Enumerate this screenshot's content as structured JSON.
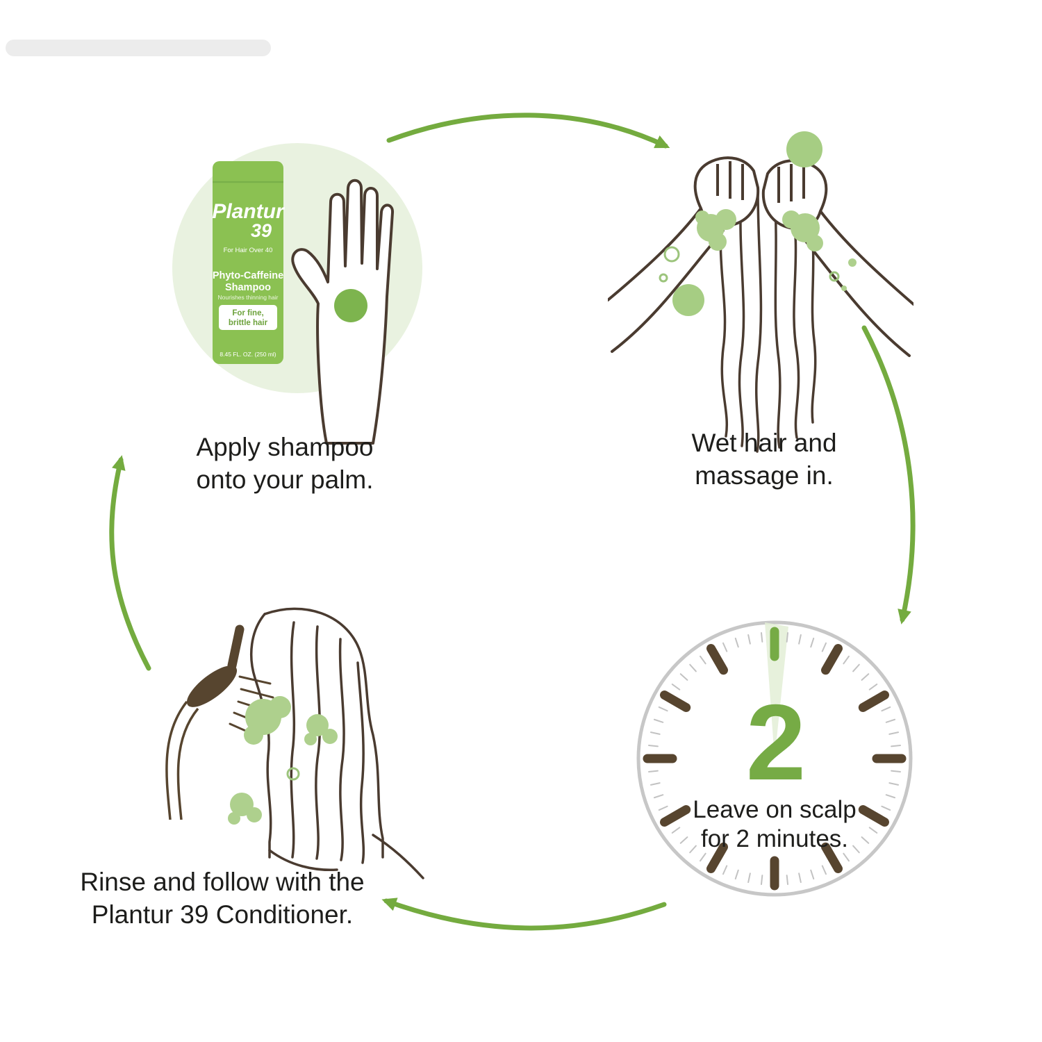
{
  "steps": {
    "step1": {
      "caption_line1": "Apply shampoo",
      "caption_line2": "onto your palm."
    },
    "step2": {
      "caption_line1": "Wet hair and",
      "caption_line2": "massage in."
    },
    "step3": {
      "number": "2",
      "caption_line1": "Leave on scalp",
      "caption_line2": "for 2 minutes."
    },
    "step4": {
      "caption_line1": "Rinse and follow with the",
      "caption_line2": "Plantur 39 Conditioner."
    }
  },
  "bottle": {
    "brand": "Plantur",
    "brand_number": "39",
    "tagline": "For Hair Over 40",
    "product_line1": "Phyto-Caffeine",
    "product_line2": "Shampoo",
    "subtitle": "Nourishes thinning hair",
    "badge_line1": "For fine,",
    "badge_line2": "brittle hair",
    "size": "8.45 FL. OZ. (250 ml)"
  },
  "colors": {
    "green_accent": "#76ab45",
    "arrow_green": "#74ab3f",
    "suds_green": "#aed08d",
    "suds_green_dark": "#a6cd83",
    "light_green_bg": "#e9f2e0",
    "outline_brown": "#4a3b30",
    "tick_brown": "#57452f",
    "clock_ring_gray": "#c7c7c7",
    "bottle_green": "#8bc152"
  }
}
